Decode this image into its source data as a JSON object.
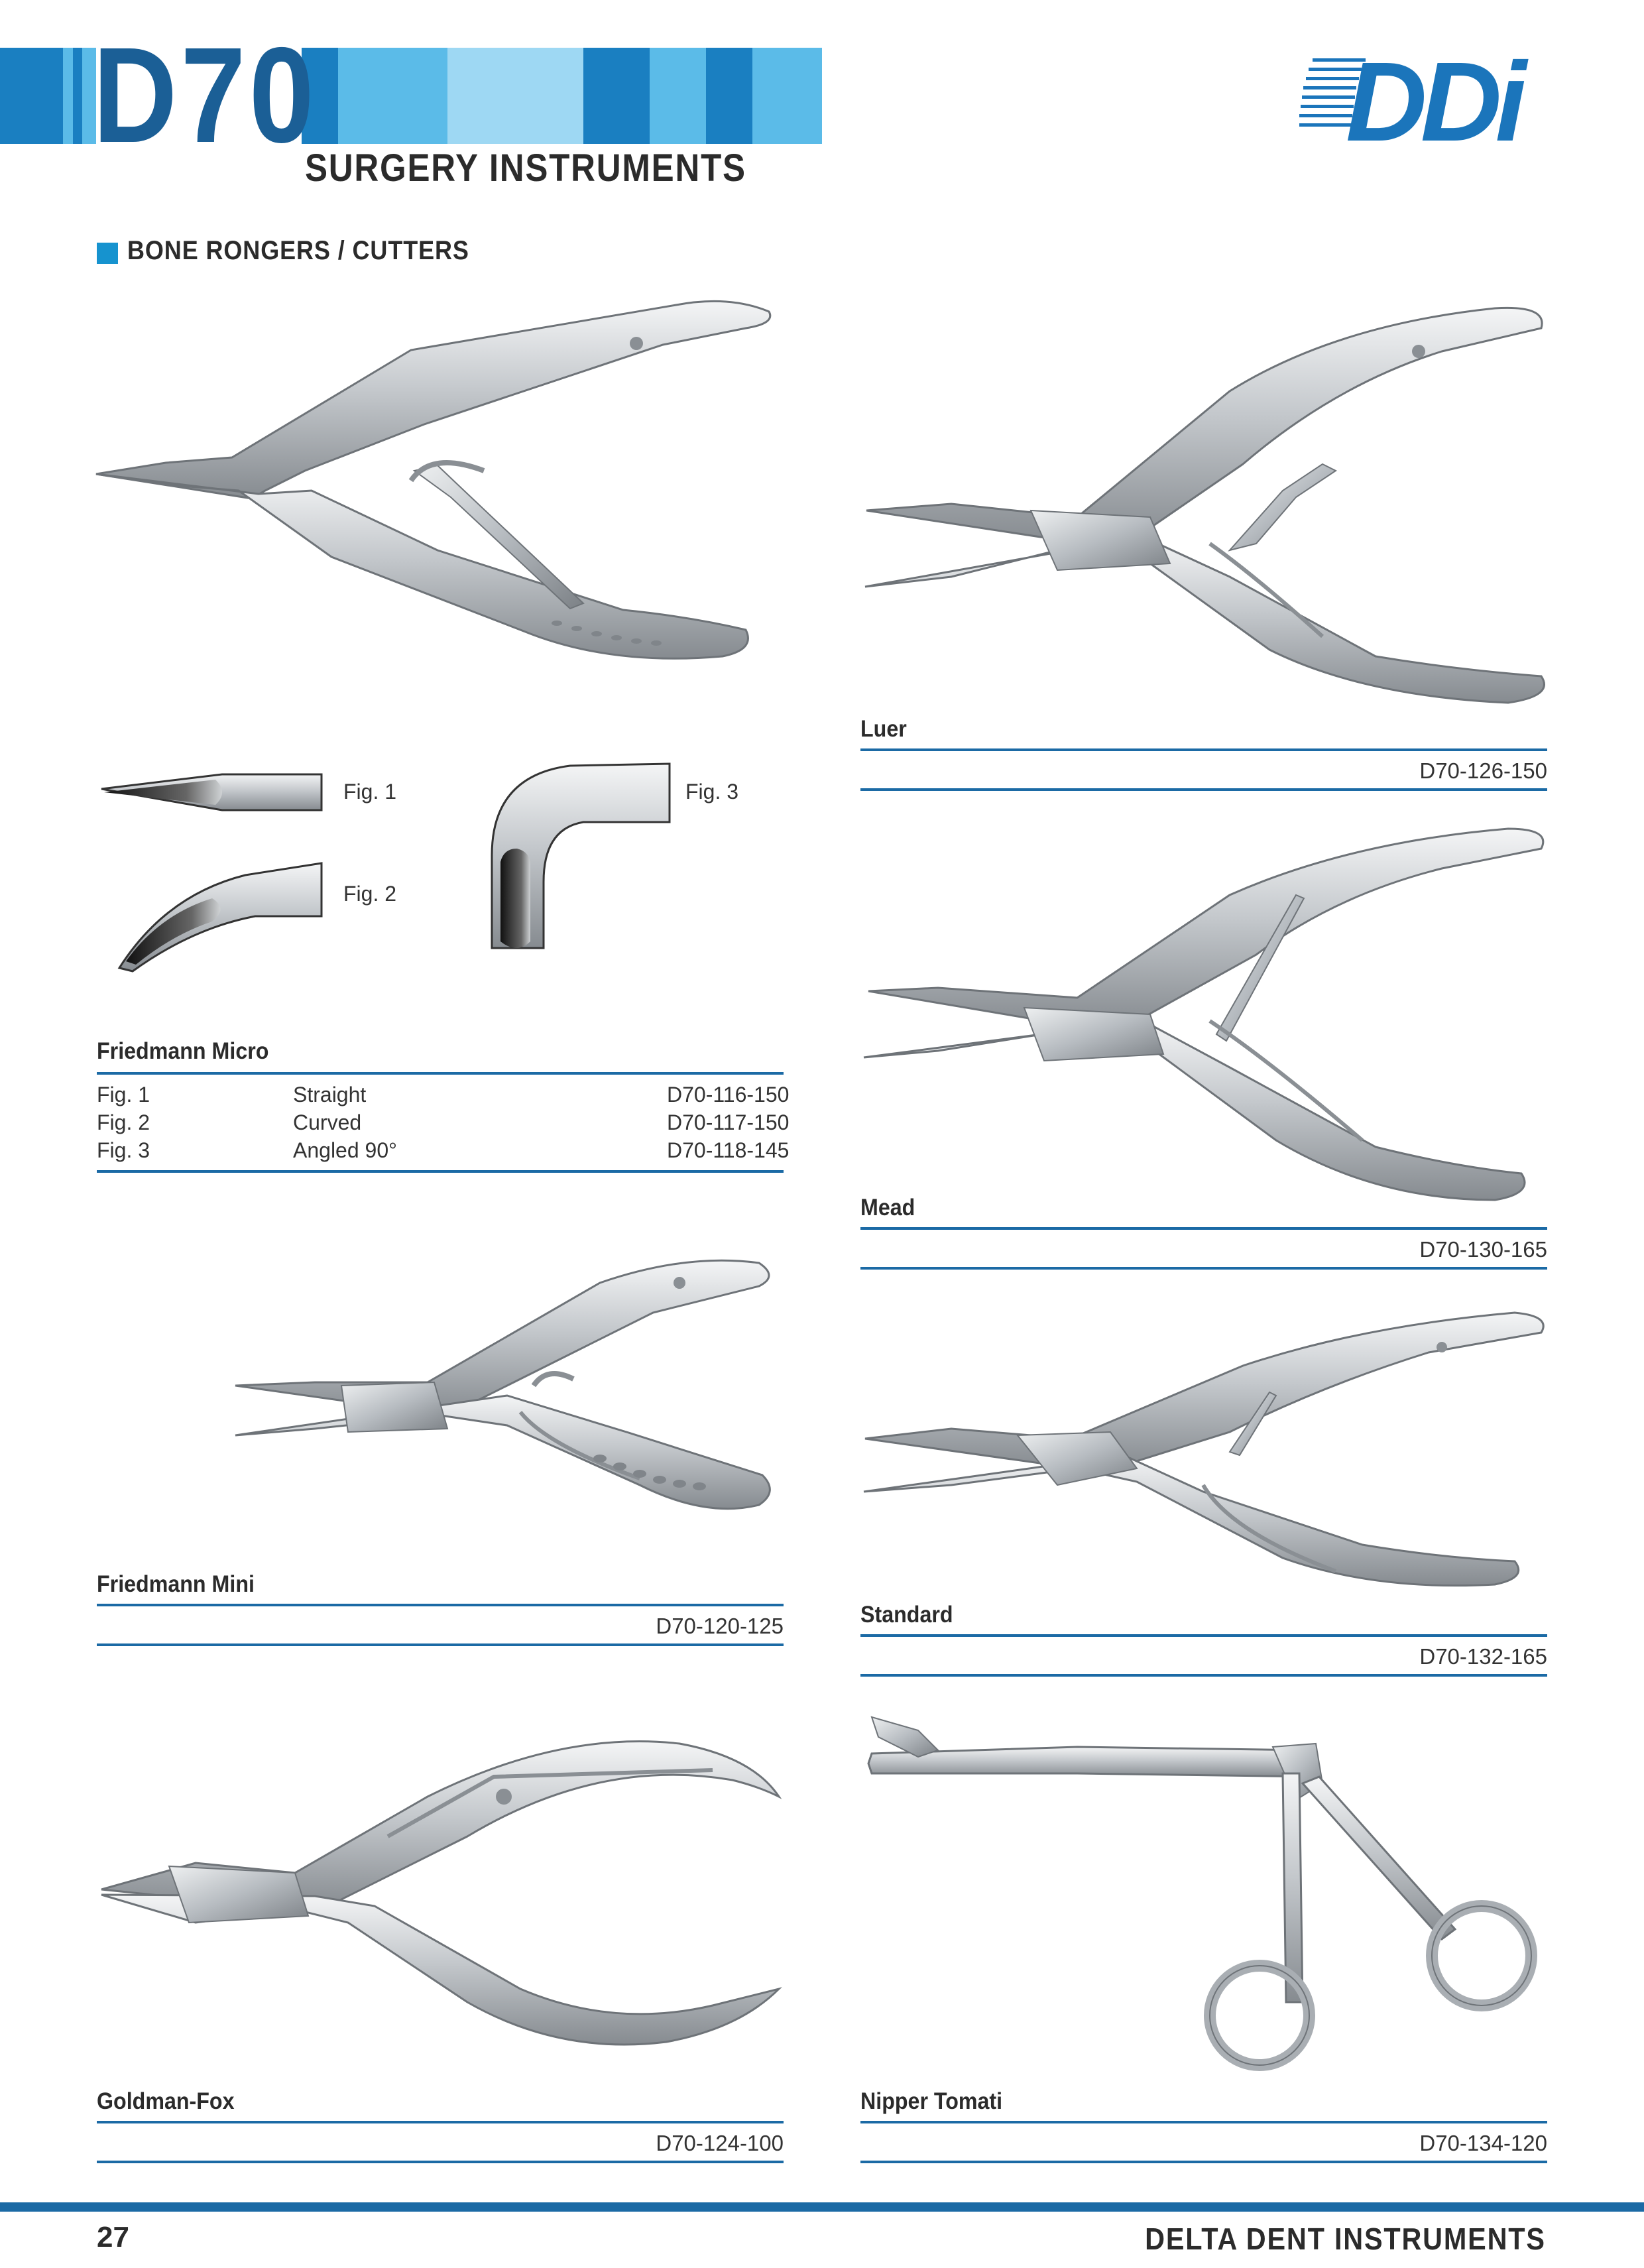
{
  "header": {
    "code": "D70",
    "subtitle": "SURGERY INSTRUMENTS",
    "logo_text": "DDi",
    "band_colors": [
      "#1a7fc1",
      "#5bbbe8",
      "#9ed8f3"
    ]
  },
  "section": {
    "title": "BONE RONGERS / CUTTERS",
    "marker_color": "#1693cf"
  },
  "figures": {
    "fig1": "Fig. 1",
    "fig2": "Fig. 2",
    "fig3": "Fig. 3"
  },
  "friedmann_micro": {
    "name": "Friedmann Micro",
    "rows": [
      {
        "fig": "Fig. 1",
        "desc": "Straight",
        "code": "D70-116-150"
      },
      {
        "fig": "Fig. 2",
        "desc": "Curved",
        "code": "D70-117-150"
      },
      {
        "fig": "Fig. 3",
        "desc": "Angled 90°",
        "code": "D70-118-145"
      }
    ]
  },
  "products": {
    "luer": {
      "name": "Luer",
      "code": "D70-126-150"
    },
    "mead": {
      "name": "Mead",
      "code": "D70-130-165"
    },
    "friedmann_mini": {
      "name": "Friedmann Mini",
      "code": "D70-120-125"
    },
    "standard": {
      "name": "Standard",
      "code": "D70-132-165"
    },
    "goldman_fox": {
      "name": "Goldman-Fox",
      "code": "D70-124-100"
    },
    "nipper_tomati": {
      "name": "Nipper Tomati",
      "code": "D70-134-120"
    }
  },
  "footer": {
    "page": "27",
    "brand": "DELTA DENT INSTRUMENTS"
  },
  "colors": {
    "accent": "#1b6aa5",
    "heading": "#1b5f96",
    "steel": "#c9cdd1"
  }
}
